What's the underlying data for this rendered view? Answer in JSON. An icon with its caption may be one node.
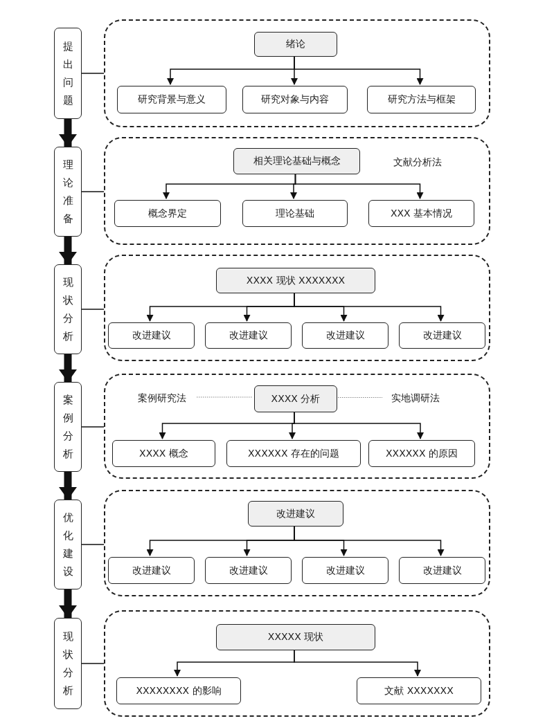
{
  "diagram": {
    "nodes": [
      {
        "text": [
          "提出问题"
        ]
      },
      {
        "text": [],
        "shape": "box"
      },
      {
        "text": [
          "绪论"
        ],
        "in": 1
      },
      {
        "text": [
          "研究背景与意义"
        ],
        "in": 1
      },
      {
        "text": [
          "研究对象与内容"
        ],
        "in": 1
      },
      {
        "text": [
          "研究方法与框架"
        ],
        "in": 1
      },
      {
        "text": [
          "理论准备"
        ]
      },
      {
        "text": [],
        "shape": "box"
      },
      {
        "text": [
          "相关理论基础与概念"
        ],
        "in": 7
      },
      {
        "text": [
          "概念界定"
        ],
        "in": 7
      },
      {
        "text": [
          "理论基础"
        ],
        "in": 7
      },
      {
        "text": [
          "XXX 基本情况"
        ],
        "in": 7
      },
      {
        "text": [
          "现状分析"
        ]
      },
      {
        "text": [],
        "shape": "box"
      },
      {
        "text": [
          "XXXX 现状 XXXXXXX"
        ],
        "in": 13
      },
      {
        "text": [
          "改进建议"
        ],
        "in": 13
      },
      {
        "text": [
          "改进建议"
        ],
        "in": 13
      },
      {
        "text": [
          "改进建议"
        ],
        "in": 13
      },
      {
        "text": [
          "改进建议"
        ],
        "in": 13
      },
      {
        "text": [
          "案例分析"
        ]
      },
      {
        "text": [],
        "shape": "box"
      },
      {
        "text": [
          "案例研究法"
        ],
        "in": 20
      },
      {
        "text": [
          "XXXX 分析"
        ],
        "in": 20
      },
      {
        "text": [
          "实地调研法"
        ],
        "in": 20
      },
      {
        "text": [
          "XXXX 概念"
        ],
        "in": 20
      },
      {
        "text": [
          "XXXXXX 存在的问题"
        ],
        "in": 20
      },
      {
        "text": [
          "XXXXXX 的原因"
        ],
        "in": 20
      },
      {
        "text": [
          "优化建设"
        ]
      },
      {
        "text": [],
        "shape": "box"
      },
      {
        "text": [
          "改进建议"
        ],
        "in": 28
      },
      {
        "text": [
          "改进建议"
        ],
        "in": 28
      },
      {
        "text": [
          "改进建议"
        ],
        "in": 28
      },
      {
        "text": [
          "改进建议"
        ],
        "in": 28
      },
      {
        "text": [
          "改进建议"
        ],
        "in": 28
      },
      {
        "text": [
          "现状分析"
        ]
      },
      {
        "text": [],
        "shape": "box"
      },
      {
        "text": [
          "XXXXX 现状"
        ],
        "in": 35
      },
      {
        "text": [
          "XXXXXXXX 的影响"
        ],
        "in": 35
      },
      {
        "text": [
          "文献 XXXXXXX"
        ],
        "in": 35
      }
    ],
    "edges": [
      {
        "from": 0,
        "to": 1,
        "arrow": "none"
      },
      {
        "from": 2,
        "to": 3,
        "arrow": "to"
      },
      {
        "from": 2,
        "to": 4,
        "arrow": "to"
      },
      {
        "from": 2,
        "to": 5,
        "arrow": "to"
      },
      {
        "from": 0,
        "to": 6,
        "arrow": "to",
        "style": "thick"
      },
      {
        "from": 6,
        "to": 7,
        "arrow": "none"
      },
      {
        "from": 8,
        "to": 9,
        "arrow": "to"
      },
      {
        "from": 8,
        "to": 10,
        "arrow": "to"
      },
      {
        "from": 8,
        "to": 11,
        "arrow": "to"
      },
      {
        "from": 6,
        "to": 12,
        "arrow": "to",
        "style": "thick"
      },
      {
        "from": 12,
        "to": 13,
        "arrow": "none"
      },
      {
        "from": 14,
        "to": 15,
        "arrow": "to"
      },
      {
        "from": 14,
        "to": 16,
        "arrow": "to"
      },
      {
        "from": 14,
        "to": 17,
        "arrow": "to"
      },
      {
        "from": 14,
        "to": 18,
        "arrow": "to"
      },
      {
        "from": 12,
        "to": 19,
        "arrow": "to",
        "style": "thick"
      },
      {
        "from": 19,
        "to": 20,
        "arrow": "none"
      },
      {
        "from": 21,
        "to": 22,
        "arrow": "none",
        "style": "dashed",
        "color": "#888888"
      },
      {
        "from": 22,
        "to": 23,
        "arrow": "none",
        "style": "dashed",
        "color": "#888888"
      },
      {
        "from": 22,
        "to": 24,
        "arrow": "to"
      },
      {
        "from": 22,
        "to": 25,
        "arrow": "to"
      },
      {
        "from": 22,
        "to": 26,
        "arrow": "to"
      },
      {
        "from": 19,
        "to": 27,
        "arrow": "to",
        "style": "thick"
      },
      {
        "from": 27,
        "to": 28,
        "arrow": "none"
      },
      {
        "from": 29,
        "to": 30,
        "arrow": "to"
      },
      {
        "from": 29,
        "to": 31,
        "arrow": "to"
      },
      {
        "from": 29,
        "to": 32,
        "arrow": "to"
      },
      {
        "from": 29,
        "to": 33,
        "arrow": "to"
      },
      {
        "from": 27,
        "to": 34,
        "arrow": "to",
        "style": "thick"
      },
      {
        "from": 34,
        "to": 35,
        "arrow": "none"
      },
      {
        "from": 36,
        "to": 37,
        "arrow": "to"
      },
      {
        "from": 36,
        "to": 38,
        "arrow": "to"
      }
    ],
    "labels": [
      "文献分析法"
    ]
  }
}
